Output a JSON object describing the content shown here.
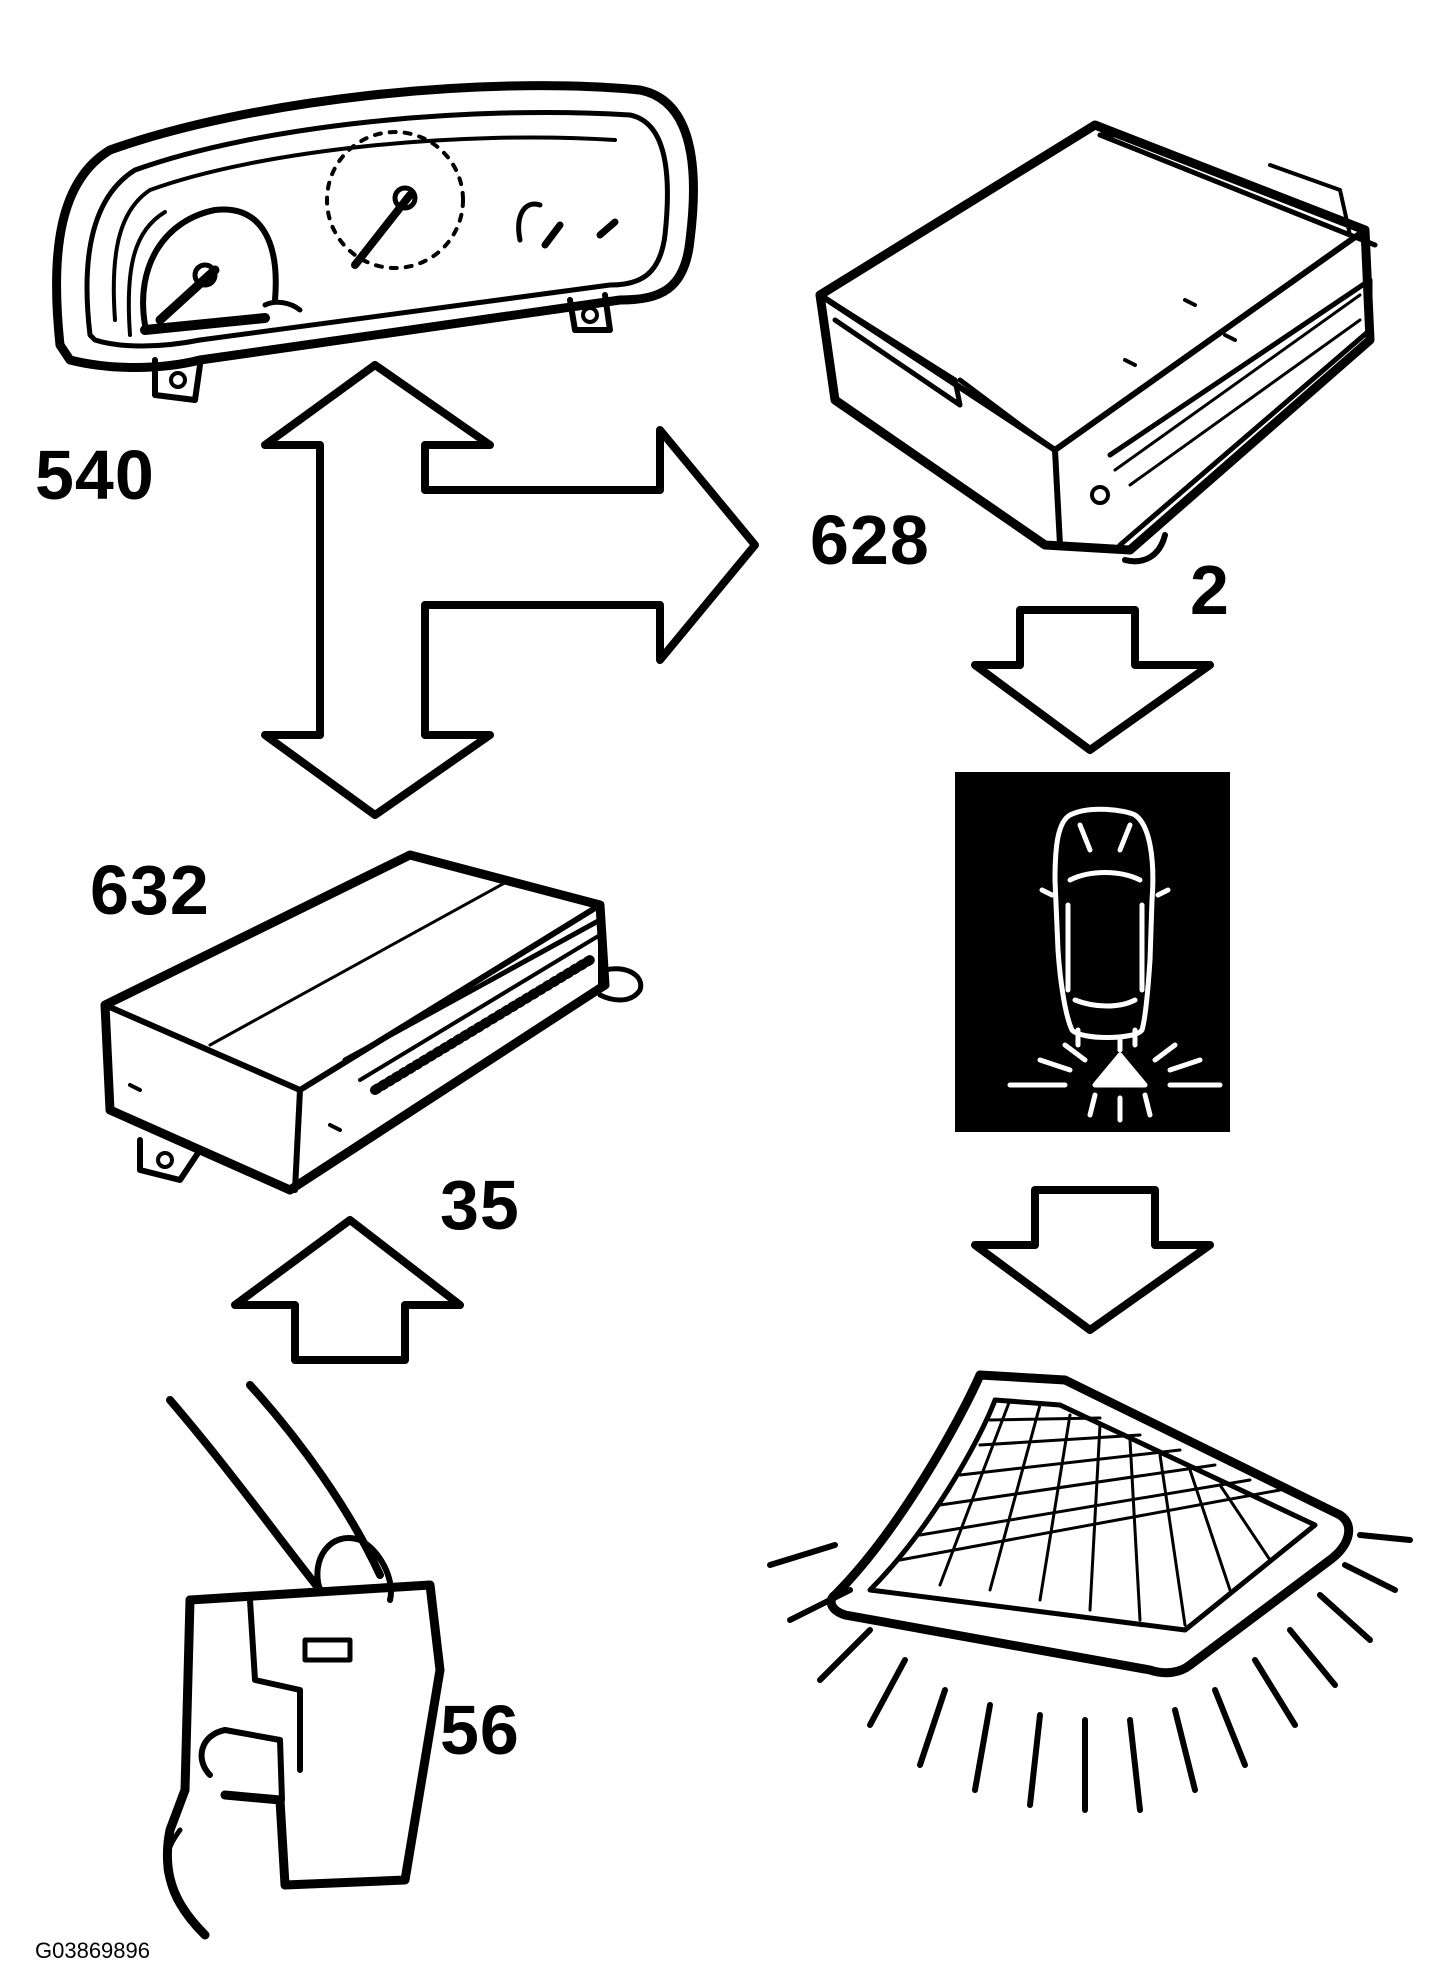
{
  "labels": {
    "instrument_cluster": "540",
    "upper_right_module": "628",
    "upper_right_connector": "2",
    "central_module": "632",
    "central_module_connector": "35",
    "switch": "56"
  },
  "figure_id": "G03869896",
  "colors": {
    "ink": "#000000",
    "paper": "#ffffff"
  },
  "icons": {
    "instrument_cluster": "instrument-cluster-icon",
    "upper_right_module": "control-module-icon",
    "central_module": "control-module-icon",
    "switch": "door-switch-icon",
    "car_warning": "car-top-view-warning-icon",
    "lamp": "courtesy-lamp-icon"
  }
}
